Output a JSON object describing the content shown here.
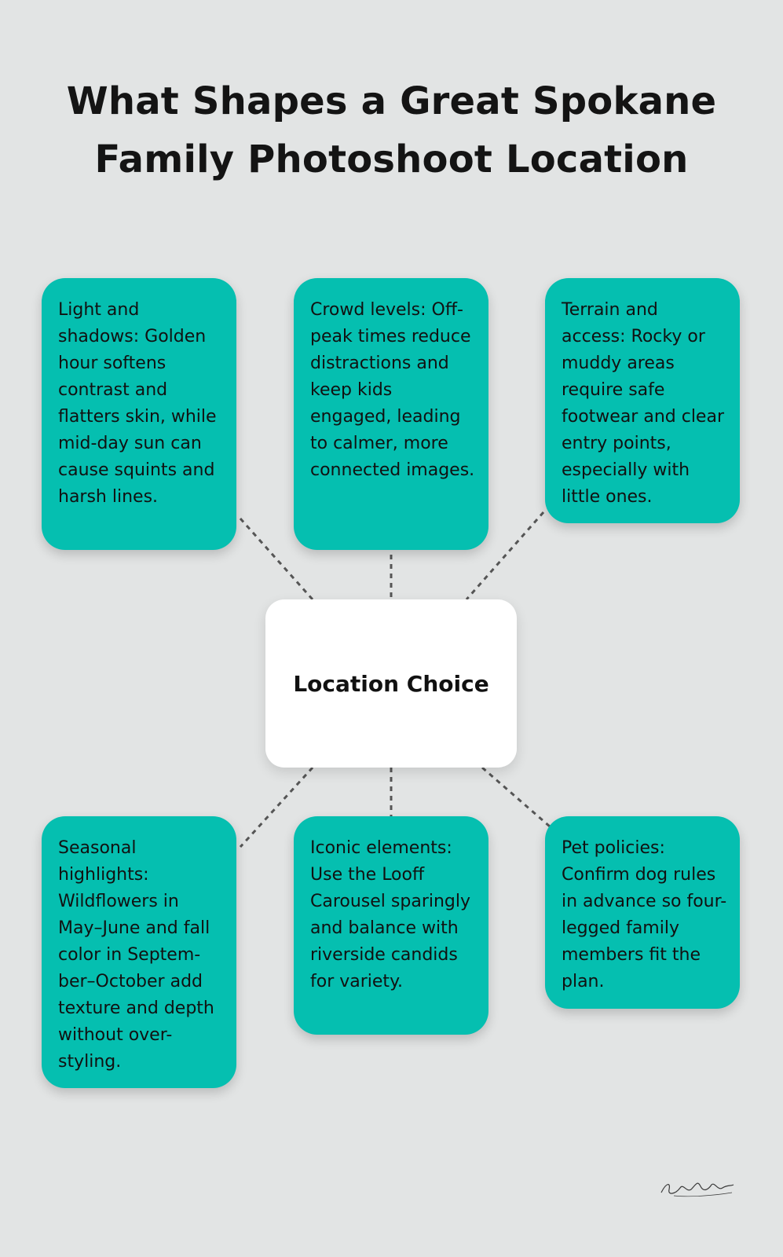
{
  "title": {
    "line1": "What Shapes a Great Spokane",
    "line2": "Family Photoshoot Location"
  },
  "center": {
    "label": "Location Choice"
  },
  "factors": [
    {
      "text": "Light and shadows: Golden hour softens contrast and flatters skin, while mid-day sun can cause squints and harsh lines."
    },
    {
      "text": "Crowd levels: Off-peak times reduce distractions and keep kids engaged, leading to calmer, more connected images."
    },
    {
      "text": "Terrain and access: Rocky or muddy areas require safe footwear and clear entry points, especially with little ones."
    },
    {
      "text": "Seasonal highlights: Wildflowers in May–June and fall color in Septem-ber–October add texture and depth without over-styling."
    },
    {
      "text": "Iconic elements: Use the Looff Carousel sparingly and balance with riverside candids for variety."
    },
    {
      "text": "Pet policies: Confirm dog rules in advance so four-legged family members fit the plan."
    }
  ],
  "colors": {
    "background": "#e2e4e4",
    "box": "#05bfb0",
    "center": "#ffffff",
    "text": "#111111",
    "connector": "#555555"
  },
  "icons": {
    "signature": "signature-logo"
  }
}
